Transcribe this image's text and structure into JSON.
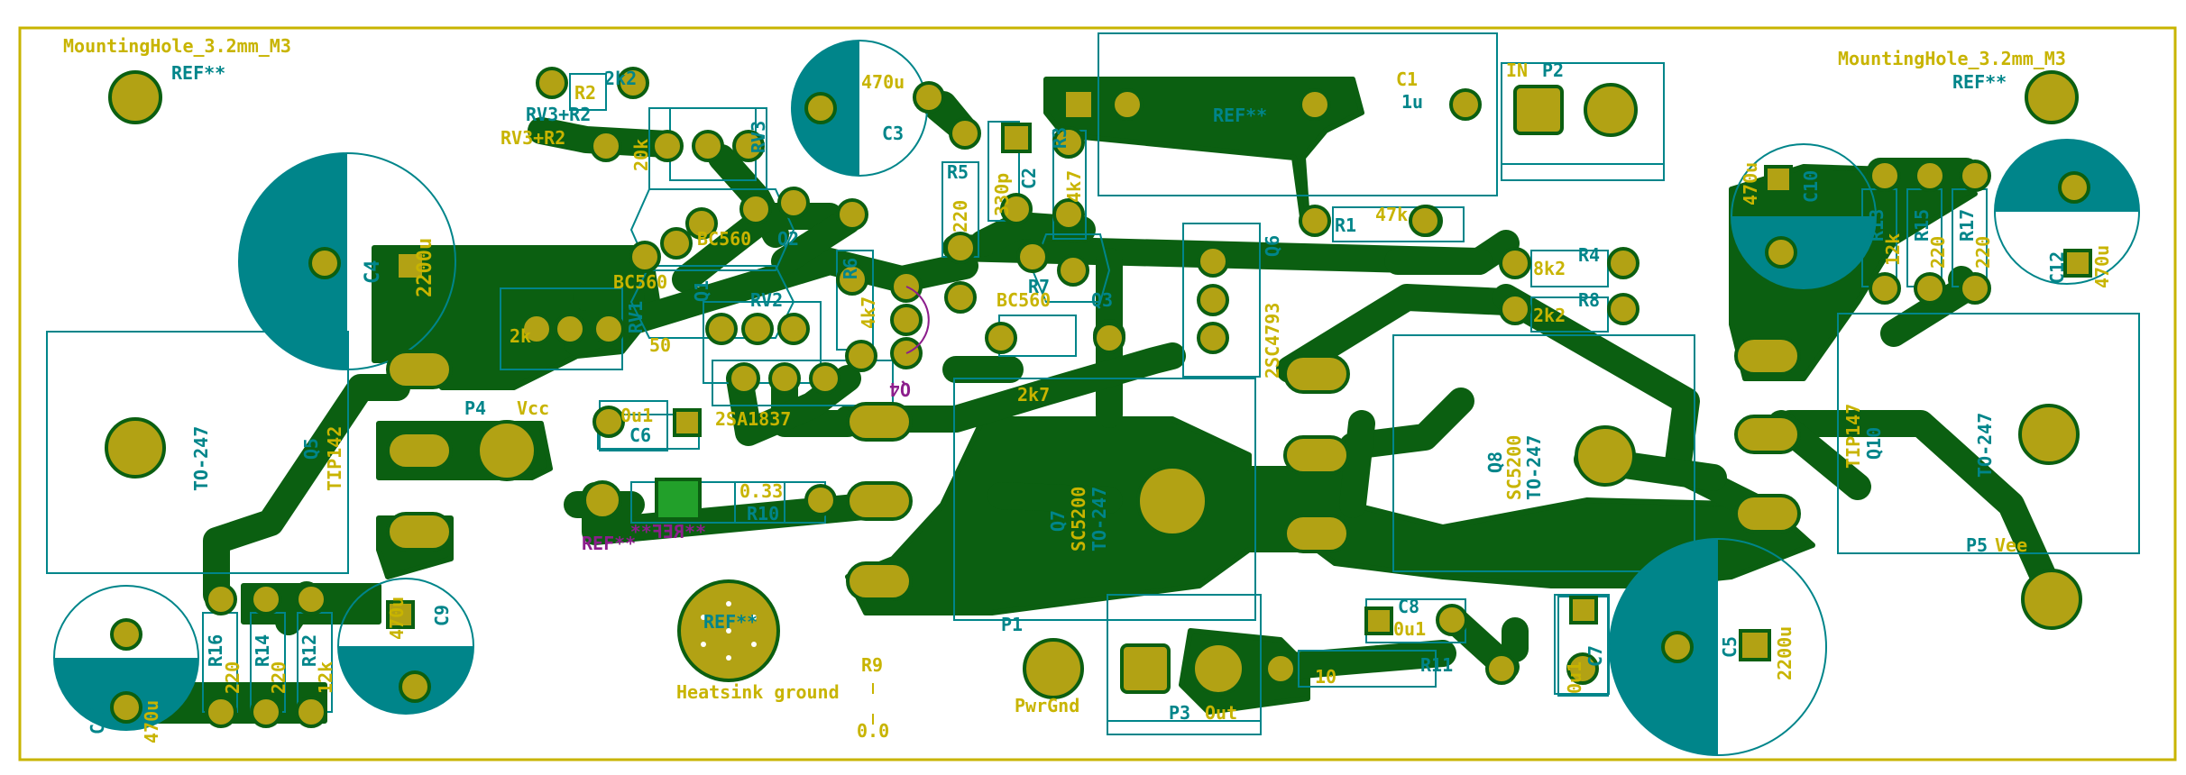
{
  "colors": {
    "copper": "#0b5f11",
    "pad": "#b2a214",
    "silkscreen": "#c8b400",
    "fab": "#00858a",
    "courtyard": "#8c1e8c",
    "background": "#ffffff"
  },
  "mounting": {
    "left_value": "MountingHole_3.2mm_M3",
    "left_ref": "REF**",
    "right_value": "MountingHole_3.2mm_M3",
    "right_ref": "REF**"
  },
  "components": {
    "r2": {
      "ref": "R2",
      "value": "2k2"
    },
    "rv3": {
      "ref": "RV3",
      "value": "20k",
      "ref2": "RV3+R2",
      "ref3": "RV3+R2"
    },
    "c3": {
      "ref": "C3",
      "value": "470u"
    },
    "c4": {
      "ref": "C4",
      "value": "2200u"
    },
    "q2": {
      "ref": "Q2",
      "value": "BC560"
    },
    "q1": {
      "ref": "Q1",
      "value": "BC560"
    },
    "r1": {
      "ref": "R1",
      "value": "47k"
    },
    "r5": {
      "ref": "R5",
      "value": "220"
    },
    "c2": {
      "ref": "C2",
      "value": "330p"
    },
    "r3": {
      "ref": "R3",
      "value": "4k7"
    },
    "c1": {
      "ref": "C1",
      "value": "1u",
      "ref2": "REF**"
    },
    "p2": {
      "ref": "P2",
      "value": "IN"
    },
    "r6": {
      "ref": "R6",
      "value": "4k7"
    },
    "r7": {
      "ref": "R7"
    },
    "q3": {
      "ref": "Q3",
      "value": "BC560"
    },
    "q6": {
      "ref": "Q6",
      "value": "2SC4793"
    },
    "q4": {
      "ref": "Q4",
      "value": "2SA1837"
    },
    "rv2": {
      "ref": "RV2",
      "value": "50"
    },
    "rv1": {
      "ref": "RV1",
      "value": "2k"
    },
    "r4": {
      "ref": "R4",
      "value": "8k2"
    },
    "r8": {
      "ref": "R8",
      "value": "2k2"
    },
    "r_2k7": {
      "value": "2k7"
    },
    "q5": {
      "ref": "Q5",
      "value": "TIP142",
      "package": "TO-247"
    },
    "p4": {
      "ref": "P4",
      "value": "Vcc"
    },
    "c6": {
      "ref": "C6",
      "value": "0u1"
    },
    "r10": {
      "ref": "R10",
      "value": "0.33",
      "fab_ref": "REF**",
      "back_ref": "**REF**"
    },
    "q7": {
      "ref": "Q7",
      "value": "SC5200",
      "package": "TO-247"
    },
    "q8": {
      "ref": "Q8",
      "value": "SC5200",
      "package": "TO-247"
    },
    "q10": {
      "ref": "Q10",
      "value": "TIP147",
      "package": "TO-247"
    },
    "p5": {
      "ref": "P5",
      "value": "Vee"
    },
    "c10": {
      "ref": "C10",
      "value": "470u"
    },
    "c12": {
      "ref": "C12",
      "value": "470u"
    },
    "r13": {
      "ref": "R13",
      "value": "12k"
    },
    "r15": {
      "ref": "R15",
      "value": "220"
    },
    "r17": {
      "ref": "R17",
      "value": "220"
    },
    "c11": {
      "ref": "C11",
      "value": "470u"
    },
    "r16": {
      "ref": "R16",
      "value": "220"
    },
    "r14": {
      "ref": "R14",
      "value": "220"
    },
    "r12": {
      "ref": "R12",
      "value": "12k"
    },
    "c9": {
      "ref": "C9",
      "value": "470u"
    },
    "heatsink": {
      "ref": "REF**",
      "value": "Heatsink ground"
    },
    "r9": {
      "ref": "R9",
      "value": "0.0"
    },
    "p1": {
      "ref": "P1",
      "value": "PwrGnd"
    },
    "p3": {
      "ref": "P3",
      "value": "Out"
    },
    "c8": {
      "ref": "C8",
      "value": "0u1"
    },
    "r11": {
      "ref": "R11",
      "value": "10"
    },
    "c7": {
      "ref": "C7",
      "value": "0u1"
    },
    "c5": {
      "ref": "C5",
      "value": "2200u"
    }
  }
}
